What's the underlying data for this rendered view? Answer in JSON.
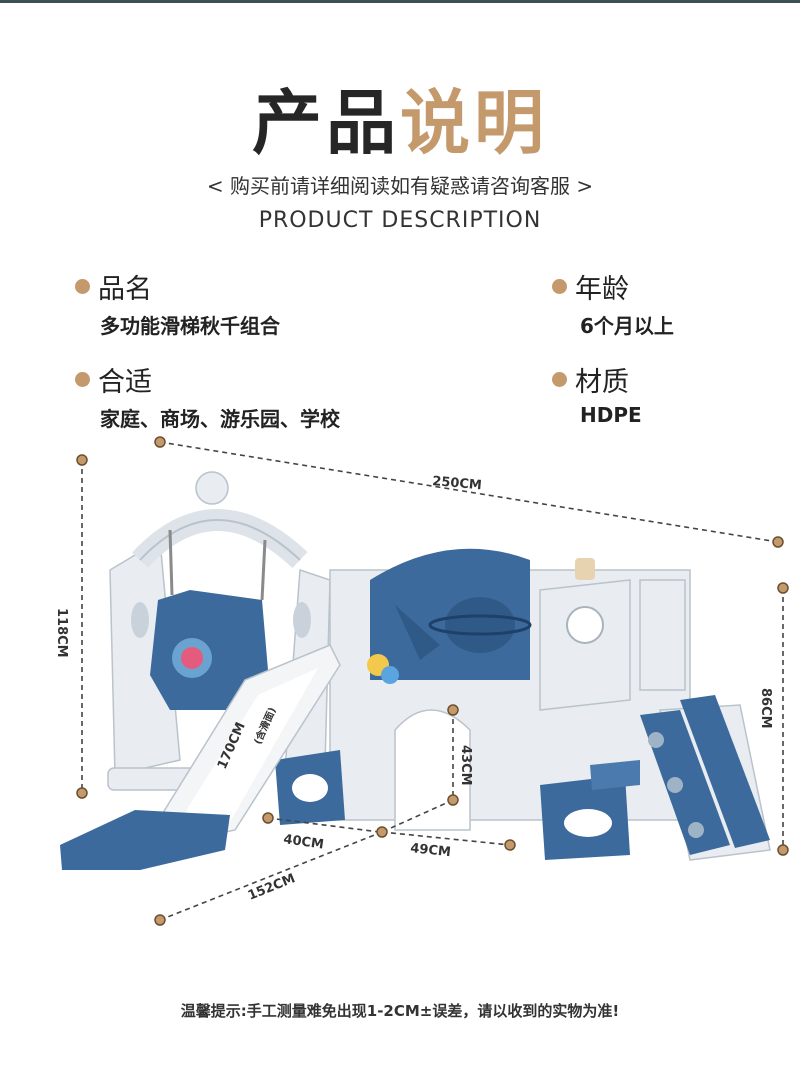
{
  "title": {
    "part1": "产品",
    "part2": "说明"
  },
  "subtitle": "< 购买前请详细阅读如有疑惑请咨询客服 >",
  "subtitle_en": "PRODUCT DESCRIPTION",
  "specs": {
    "name": {
      "label": "品名",
      "value": "多功能滑梯秋千组合"
    },
    "age": {
      "label": "年龄",
      "value": "6个月以上"
    },
    "suitable": {
      "label": "合适",
      "value": "家庭、商场、游乐园、学校"
    },
    "material": {
      "label": "材质",
      "value": "HDPE"
    }
  },
  "dimensions": {
    "length": "250CM",
    "height_left": "118CM",
    "height_right": "86CM",
    "slide": "170CM",
    "slide_note": "(含滑面)",
    "arch_height": "43CM",
    "width_a": "40CM",
    "width_b": "49CM",
    "depth": "152CM"
  },
  "note": "温馨提示:手工测量难免出现1-2CM±误差，请以收到的实物为准!",
  "colors": {
    "accent": "#c49a6c",
    "blue": "#3d6a9c",
    "white_plastic": "#e8ecf0"
  }
}
